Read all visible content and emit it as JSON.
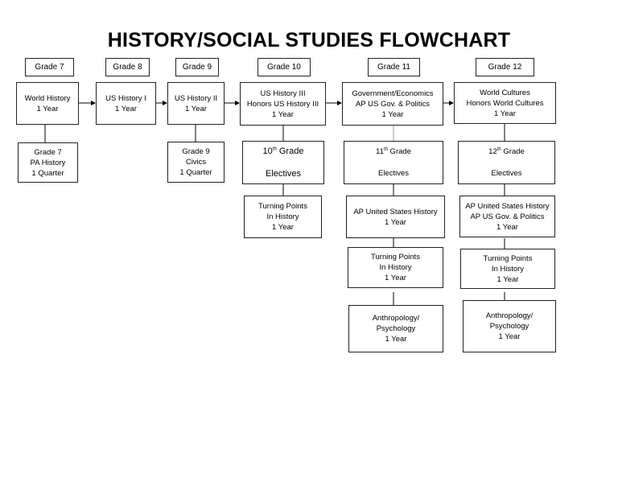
{
  "title": "HISTORY/SOCIAL STUDIES FLOWCHART",
  "grades": [
    "Grade 7",
    "Grade 8",
    "Grade 9",
    "Grade 10",
    "Grade 11",
    "Grade 12"
  ],
  "main": {
    "g7": [
      "World History",
      "1 Year"
    ],
    "g8": [
      "US History I",
      "1 Year"
    ],
    "g9": [
      "US History II",
      "1 Year"
    ],
    "g10": [
      "US History III",
      "Honors US History III",
      "1 Year"
    ],
    "g11": [
      "Government/Economics",
      "AP US Gov. & Politics",
      "1 Year"
    ],
    "g12": [
      "World Cultures",
      "Honors World Cultures",
      "1 Year"
    ]
  },
  "extra": {
    "g7": [
      "Grade 7",
      "PA History",
      "1 Quarter"
    ],
    "g9": [
      "Grade 9",
      "Civics",
      "1 Quarter"
    ]
  },
  "electives": {
    "g10": {
      "num": "10",
      "sup": "th",
      "grade": " Grade",
      "label": "Electives"
    },
    "g11": {
      "num": "11",
      "sup": "th",
      "grade": " Grade",
      "label": "Electives"
    },
    "g12": {
      "num": "12",
      "sup": "th",
      "grade": " Grade",
      "label": "Electives"
    }
  },
  "courses": {
    "tp10": [
      "Turning Points",
      "In History",
      "1 Year"
    ],
    "apush11": [
      "AP United States History",
      "1 Year"
    ],
    "tp11": [
      "Turning Points",
      "In History",
      "1 Year"
    ],
    "anth11": [
      "Anthropology/",
      "Psychology",
      "1 Year"
    ],
    "ap12": [
      "AP United States History",
      "AP US Gov. & Politics",
      "1 Year"
    ],
    "tp12": [
      "Turning Points",
      "In History",
      "1 Year"
    ],
    "anth12": [
      "Anthropology/",
      "Psychology",
      "1 Year"
    ]
  }
}
